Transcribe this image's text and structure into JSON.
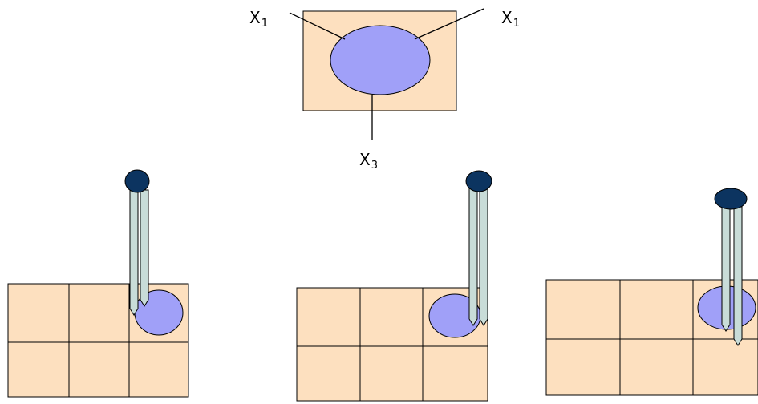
{
  "labels": {
    "top_left": {
      "main": "X",
      "sub": "1"
    },
    "top_right": {
      "main": "X",
      "sub": "1"
    },
    "bottom": {
      "main": "X",
      "sub": "3"
    }
  },
  "colors": {
    "tile": "#fde0bf",
    "blob": "#a0a0f8",
    "pin_head": "#0c3460",
    "pin_shaft": "#c8dcd8",
    "line": "#000000"
  }
}
